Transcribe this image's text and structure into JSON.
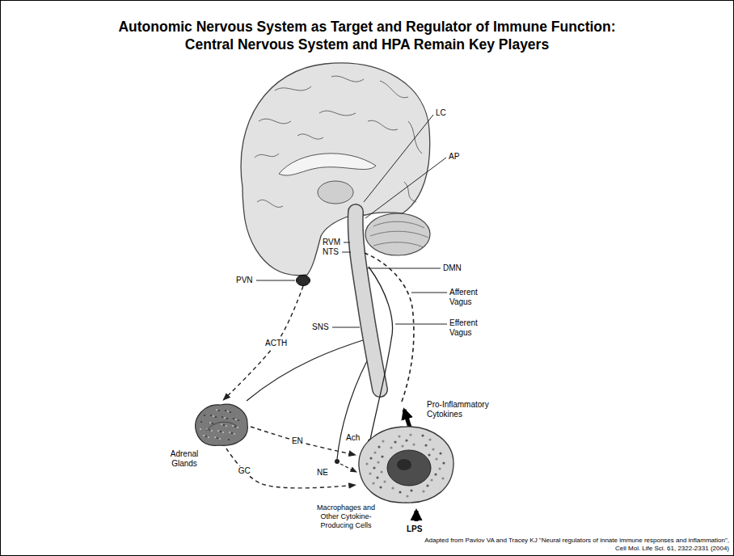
{
  "diagram": {
    "title": "Autonomic Nervous System as Target and Regulator of Immune Function: Central Nervous System and HPA Remain Key Players",
    "caption": "Adapted from Pavlov VA and Tracey KJ \"Neural regulators of innate immune responses and inflammation\", Cell Mol. Life Sci. 61, 2322-2331 (2004)",
    "nodes": [
      {
        "text": [
          "PVN"
        ]
      },
      {
        "text": [
          "Adrenal Glands"
        ]
      },
      {
        "text": [
          "Macrophages and Other Cytokine-Producing Cells"
        ]
      }
    ],
    "edges": [
      {
        "from": 0,
        "to": 1,
        "label": "ACTH",
        "arrow": "to"
      },
      {
        "from": 1,
        "to": 2,
        "label": "GC",
        "arrow": "to"
      },
      {
        "from": 1,
        "to": 2,
        "label": "EN",
        "arrow": "to"
      }
    ],
    "labels": [
      "LC",
      "AP",
      "RVM",
      "NTS",
      "DMN",
      "Afferent Vagus",
      "Efferent Vagus",
      "SNS",
      "Pro-Inflammatory Cytokines",
      "Ach",
      "NE",
      "LPS"
    ]
  }
}
